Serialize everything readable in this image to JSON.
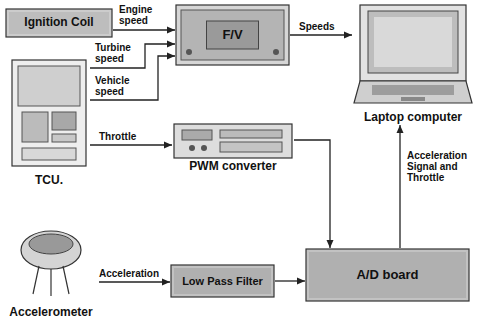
{
  "diagram": {
    "nodes": [
      {
        "text": [
          "Ignition Coil"
        ]
      },
      {
        "text": [
          "F/V"
        ]
      },
      {
        "text": [
          "Laptop computer"
        ]
      },
      {
        "text": [
          "TCU."
        ]
      },
      {
        "text": [
          "PWM converter"
        ]
      },
      {
        "text": [
          "Accelerometer"
        ]
      },
      {
        "text": [
          "Low Pass Filter"
        ]
      },
      {
        "text": [
          "A/D board"
        ]
      }
    ],
    "edges": [
      {
        "from": 0,
        "to": 1,
        "label": "Engine speed",
        "arrow": "to"
      },
      {
        "from": 3,
        "to": 1,
        "label": "Turbine speed",
        "arrow": "to"
      },
      {
        "from": 3,
        "to": 1,
        "label": "Vehicle speed",
        "arrow": "to"
      },
      {
        "from": 1,
        "to": 2,
        "label": "Speeds",
        "arrow": "to"
      },
      {
        "from": 3,
        "to": 4,
        "label": "Throttle",
        "arrow": "to"
      },
      {
        "from": 4,
        "to": 7,
        "arrow": "to"
      },
      {
        "from": 5,
        "to": 6,
        "label": "Acceleration",
        "arrow": "to"
      },
      {
        "from": 6,
        "to": 7,
        "arrow": "to"
      },
      {
        "from": 7,
        "to": 2,
        "label": "Acceleration Signal and Throttle",
        "arrow": "to"
      }
    ]
  }
}
